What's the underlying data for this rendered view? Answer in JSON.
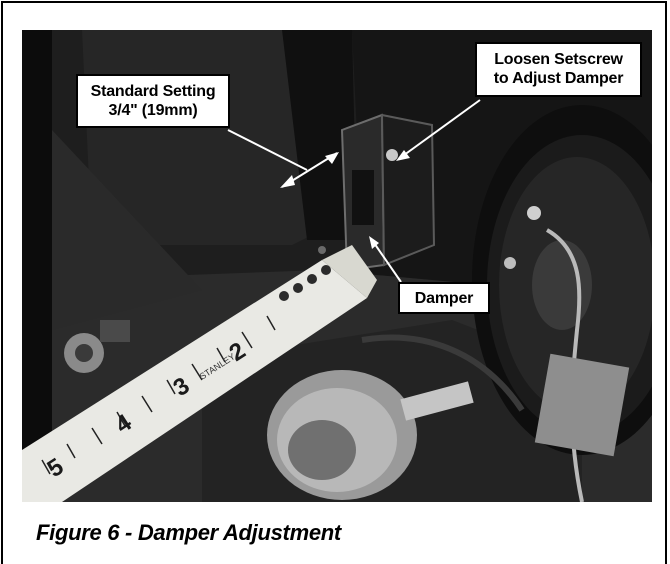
{
  "figure": {
    "caption": "Figure 6 - Damper Adjustment",
    "callouts": {
      "standard_setting": {
        "line1": "Standard Setting",
        "line2": "3/4\" (19mm)"
      },
      "setscrew": {
        "line1": "Loosen Setscrew",
        "line2": "to Adjust Damper"
      },
      "damper": {
        "text": "Damper"
      }
    },
    "tape_measure_numbers": [
      "2",
      "3",
      "4",
      "5"
    ],
    "tape_brand": "STANLEY"
  },
  "colors": {
    "photo_background": "#141414",
    "callout_border": "#000000",
    "tape": "#e9e9e4"
  }
}
